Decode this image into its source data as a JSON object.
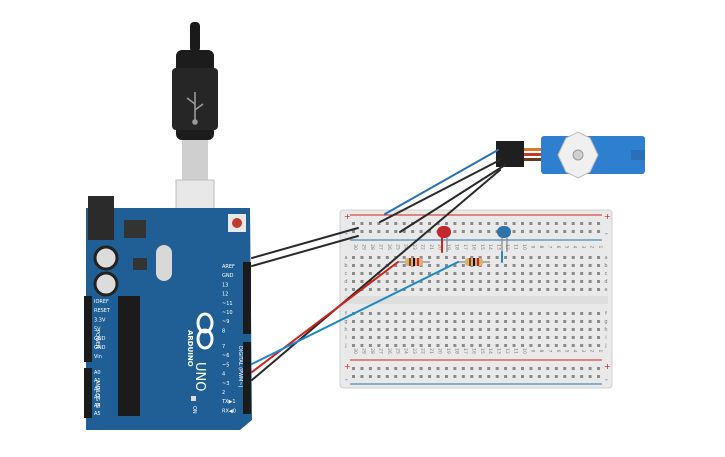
{
  "arduino": {
    "brand": "ARDUINO",
    "model": "UNO",
    "power_header": "POWER",
    "analog_header": "ANALOG IN",
    "digital_header": "DIGITAL (PWM~)",
    "on_label": "ON",
    "power_pins": [
      "IOREF",
      "RESET",
      "3.3V",
      "5V",
      "GND",
      "GND",
      "Vin"
    ],
    "analog_pins": [
      "A0",
      "A1",
      "A2",
      "A3",
      "A4",
      "A5"
    ],
    "digital_top_pins": [
      "AREF",
      "GND",
      "13",
      "12",
      "~11",
      "~10",
      "~9",
      "8"
    ],
    "digital_bottom_pins": [
      "7",
      "~6",
      "~5",
      "4",
      "~3",
      "2",
      "TX▶1",
      "RX◀0"
    ]
  },
  "breadboard": {
    "plus_label": "+",
    "minus_label": "-",
    "row_letters_top": [
      "a",
      "b",
      "c",
      "d",
      "e"
    ],
    "row_letters_bottom": [
      "f",
      "g",
      "h",
      "i",
      "j"
    ],
    "column_numbers": [
      "30",
      "29",
      "28",
      "27",
      "26",
      "25",
      "24",
      "23",
      "22",
      "21",
      "20",
      "19",
      "18",
      "17",
      "16",
      "15",
      "14",
      "13",
      "12",
      "11",
      "10",
      "9",
      "8",
      "7",
      "6",
      "5",
      "4",
      "3",
      "2",
      "1"
    ]
  },
  "colors": {
    "board": "#1f5f95",
    "breadboard": "#e9e9e9",
    "wire_black": "#2a2a2a",
    "wire_red": "#d0211d",
    "wire_blue": "#1e88c8",
    "led_red": "#c1272d",
    "led_blue": "#2f72a8",
    "servo": "#2f7fd0"
  },
  "icons": [
    "usb-plug-icon",
    "arduino-infinity-logo-icon",
    "servo-horn-icon"
  ]
}
